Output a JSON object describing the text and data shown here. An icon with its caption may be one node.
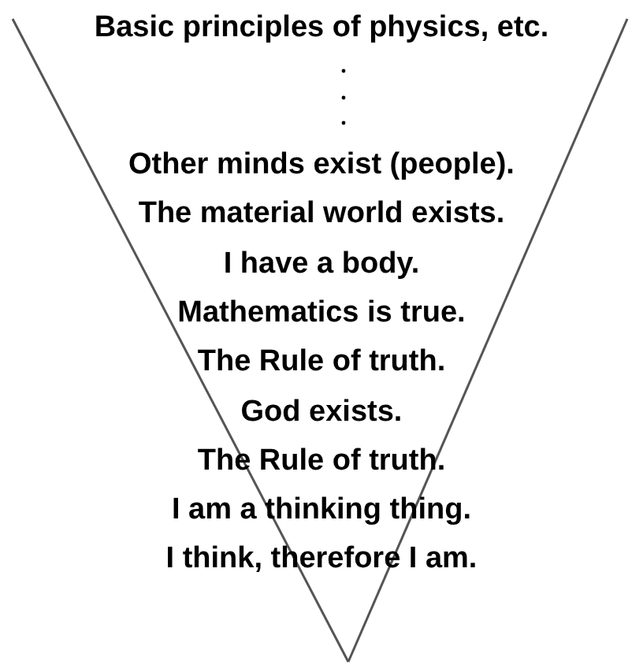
{
  "diagram": {
    "labels": [
      "Basic principles of physics, etc.",
      "Other minds exist (people).",
      "The material world exists.",
      "I have a body.",
      "Mathematics is true.",
      "The Rule of truth.",
      "God exists.",
      "The Rule of truth.",
      "I am a thinking thing.",
      "I think, therefore I am."
    ]
  }
}
